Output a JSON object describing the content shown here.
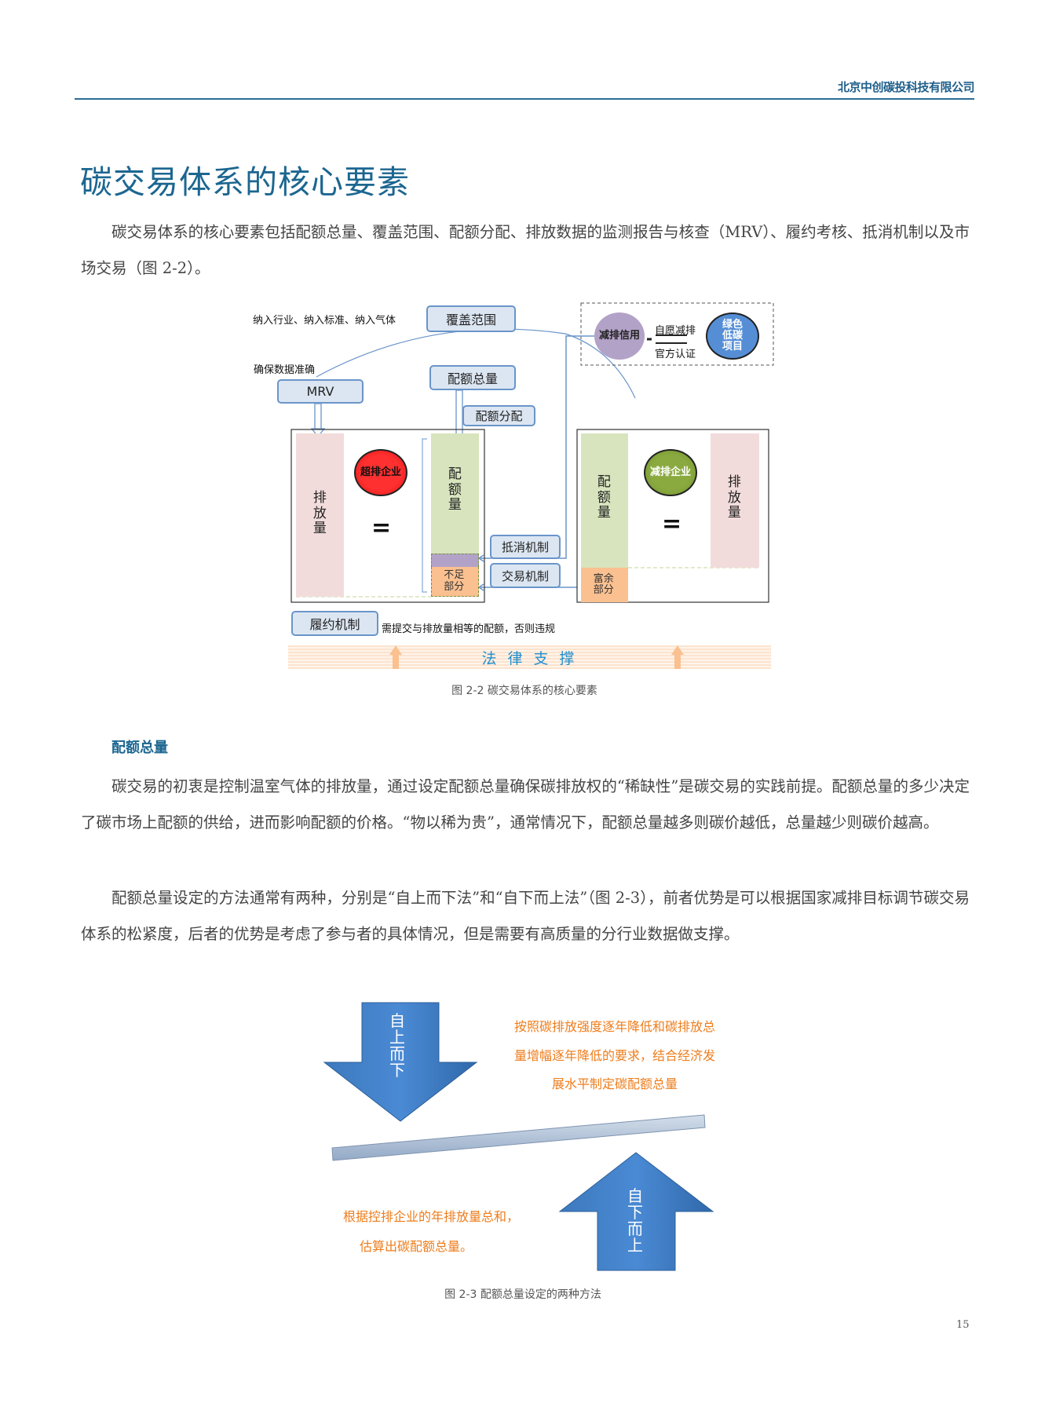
{
  "header": {
    "company": "北京中创碳投科技有限公司"
  },
  "title": "碳交易体系的核心要素",
  "intro": "碳交易体系的核心要素包括配额总量、覆盖范围、配额分配、排放数据的监测报告与核查（MRV）、履约考核、抵消机制以及市场交易（图 2-2）。",
  "figure1": {
    "scope_note": "纳入行业、纳入标准、纳入气体",
    "scope_box": "覆盖范围",
    "mrv_note": "确保数据准确",
    "mrv_box": "MRV",
    "cap_box": "配额总量",
    "allocation_box": "配额分配",
    "left_emission": "排放量",
    "over_emitter": "超排企业",
    "equals": "=",
    "left_allowance": "配额量",
    "shortfall": "不足部分",
    "offset_box": "抵消机制",
    "trading_box": "交易机制",
    "right_allowance": "配额量",
    "reducer": "减排企业",
    "right_emission": "排放量",
    "surplus": "富余部分",
    "credit": "减排信用",
    "voluntary": "自愿减排",
    "certified": "官方认证",
    "green_project": "绿色低碳项目",
    "compliance_box": "履约机制",
    "compliance_note": "需提交与排放量相等的配额，否则违规",
    "legal": "法 律 支 撑",
    "caption": "图 2-2 碳交易体系的核心要素"
  },
  "section": {
    "heading": "配额总量",
    "p1": "碳交易的初衷是控制温室气体的排放量，通过设定配额总量确保碳排放权的“稀缺性”是碳交易的实践前提。配额总量的多少决定了碳市场上配额的供给，进而影响配额的价格。“物以稀为贵”，通常情况下，配额总量越多则碳价越低，总量越少则碳价越高。",
    "p2": "配额总量设定的方法通常有两种，分别是“自上而下法”和“自下而上法”（图 2-3），前者优势是可以根据国家减排目标调节碳交易体系的松紧度，后者的优势是考虑了参与者的具体情况，但是需要有高质量的分行业数据做支撑。"
  },
  "figure2": {
    "top_down": "自上而下",
    "top_down_desc": [
      "按照碳排放强度逐年降低和碳排放总",
      "量增幅逐年降低的要求，结合经济发",
      "展水平制定碳配额总量"
    ],
    "bottom_up": "自下而上",
    "bottom_up_desc": [
      "根据控排企业的年排放量总和，",
      "估算出碳配额总量。"
    ],
    "caption": "图 2-3 配额总量设定的两种方法"
  },
  "page_number": "15"
}
